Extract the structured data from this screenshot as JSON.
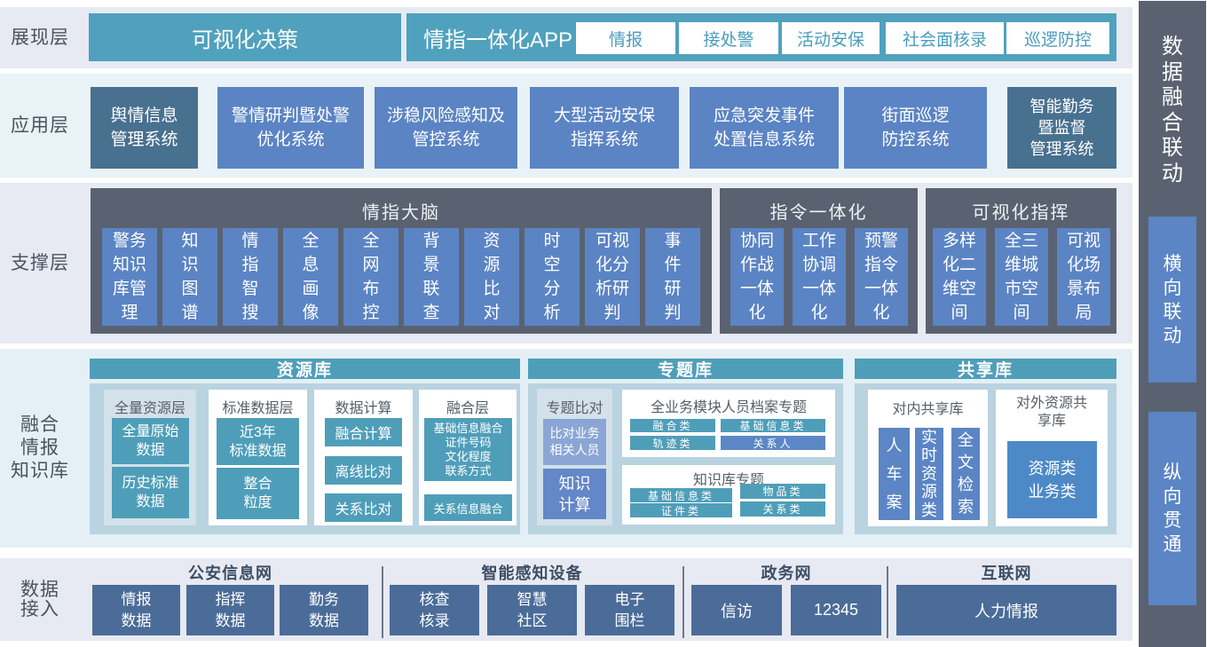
{
  "colors": {
    "teal": "#4f9eb9",
    "periwinkle_blue": "#5b84c4",
    "dark_steel_blue": "#48708f",
    "slate_panel": "#5a6271",
    "steel_navy": "#4b6c98",
    "light_periwinkle": "#8ba6d4",
    "medium_blue": "#6387c7",
    "shared_item_blue": "#4d89c6",
    "panel_body_blue": "#b9d3e0",
    "tinted_card": "#d2e1ea",
    "band_lavender": "#e7eaf2",
    "band_cyan_light": "#e9f2f6",
    "band_fusion_bg": "#e4f0f5"
  },
  "presentation": {
    "label": "展现层",
    "visual_decision": "可视化决策",
    "app_title": "情指一体化APP",
    "app_buttons": [
      "情报",
      "接处警",
      "活动安保",
      "社会面核录",
      "巡逻防控"
    ]
  },
  "application": {
    "label": "应用层",
    "systems": [
      "舆情信息\n管理系统",
      "警情研判暨处警\n优化系统",
      "涉稳风险感知及\n管控系统",
      "大型活动安保\n指挥系统",
      "应急突发事件\n处置信息系统",
      "街面巡逻\n防控系统",
      "智能勤务\n暨监督\n管理系统"
    ]
  },
  "support": {
    "label": "支撑层",
    "panels": [
      {
        "title": "情指大脑",
        "items": [
          "警务\n知识\n库管\n理",
          "知\n识\n图\n谱",
          "情\n指\n智\n搜",
          "全\n息\n画\n像",
          "全\n网\n布\n控",
          "背\n景\n联\n查",
          "资\n源\n比\n对",
          "时\n空\n分\n析",
          "可视\n化分\n析研\n判",
          "事\n件\n研\n判"
        ]
      },
      {
        "title": "指令一体化",
        "items": [
          "协同\n作战\n一体\n化",
          "工作\n协调\n一体\n化",
          "预警\n指令\n一体\n化"
        ]
      },
      {
        "title": "可视化指挥",
        "items": [
          "多样\n化二\n维空\n间",
          "全三\n维城\n市空\n间",
          "可视\n化场\n景布\n局"
        ]
      }
    ]
  },
  "fusion": {
    "label": "融合\n情报\n知识库",
    "resource": {
      "title": "资源库",
      "cards": [
        {
          "title": "全量资源层",
          "items": [
            "全量原始\n数据",
            "历史标准\n数据"
          ]
        },
        {
          "title": "标准数据层",
          "items": [
            "近3年\n标准数据",
            "整合\n粒度"
          ]
        },
        {
          "title": "数据计算",
          "items": [
            "融合计算",
            "离线比对",
            "关系比对"
          ]
        },
        {
          "title": "融合层",
          "items": [
            "基础信息融合\n证件号码\n文化程度\n联系方式",
            "关系信息融合"
          ]
        }
      ]
    },
    "topic": {
      "title": "专题库",
      "compare_card": {
        "title": "专题比对",
        "items": [
          "比对业务\n相关人员",
          "知识\n计算"
        ]
      },
      "person_card": {
        "title": "全业务模块人员档案专题",
        "items": [
          "融合类",
          "基础信息类",
          "轨迹类",
          "关系人"
        ]
      },
      "knowledge_card": {
        "title": "知识库专题",
        "items": [
          "基础信息类",
          "物品类",
          "证件类",
          "关系类"
        ]
      }
    },
    "shared": {
      "title": "共享库",
      "internal_card": {
        "title": "对内共享库",
        "items": [
          "人\n车\n案",
          "实\n时\n资\n源\n类",
          "全\n文\n检\n索"
        ]
      },
      "external_card": {
        "title": "对外资源共\n享库",
        "item": "资源类\n业务类"
      }
    }
  },
  "access": {
    "label": "数据\n接入",
    "groups": [
      {
        "title": "公安信息网",
        "items": [
          "情报\n数据",
          "指挥\n数据",
          "勤务\n数据"
        ]
      },
      {
        "title": "智能感知设备",
        "items": [
          "核查\n核录",
          "智慧\n社区",
          "电子\n围栏"
        ]
      },
      {
        "title": "政务网",
        "items": [
          "信访",
          "12345"
        ]
      },
      {
        "title": "互联网",
        "items": [
          "人力情报"
        ]
      }
    ]
  },
  "sidebar": {
    "title": "数\n据\n融\n合\n联\n动",
    "boxes": [
      "横\n向\n联\n动",
      "纵\n向\n贯\n通"
    ]
  }
}
